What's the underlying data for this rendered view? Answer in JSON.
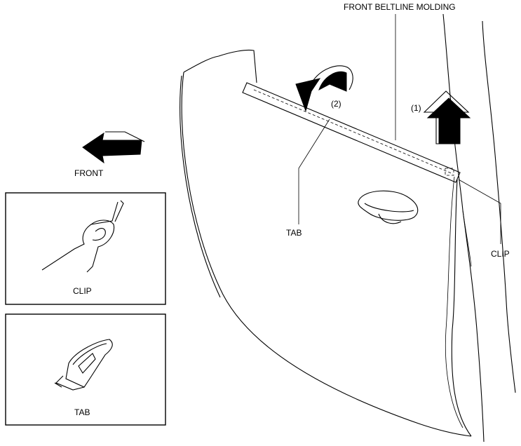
{
  "labels": {
    "front_beltline_molding": "FRONT BELTLINE MOLDING",
    "step1": "(1)",
    "step2": "(2)",
    "front": "FRONT",
    "tab_main": "TAB",
    "clip_main": "CLIP",
    "clip_inset": "CLIP",
    "tab_inset": "TAB"
  }
}
